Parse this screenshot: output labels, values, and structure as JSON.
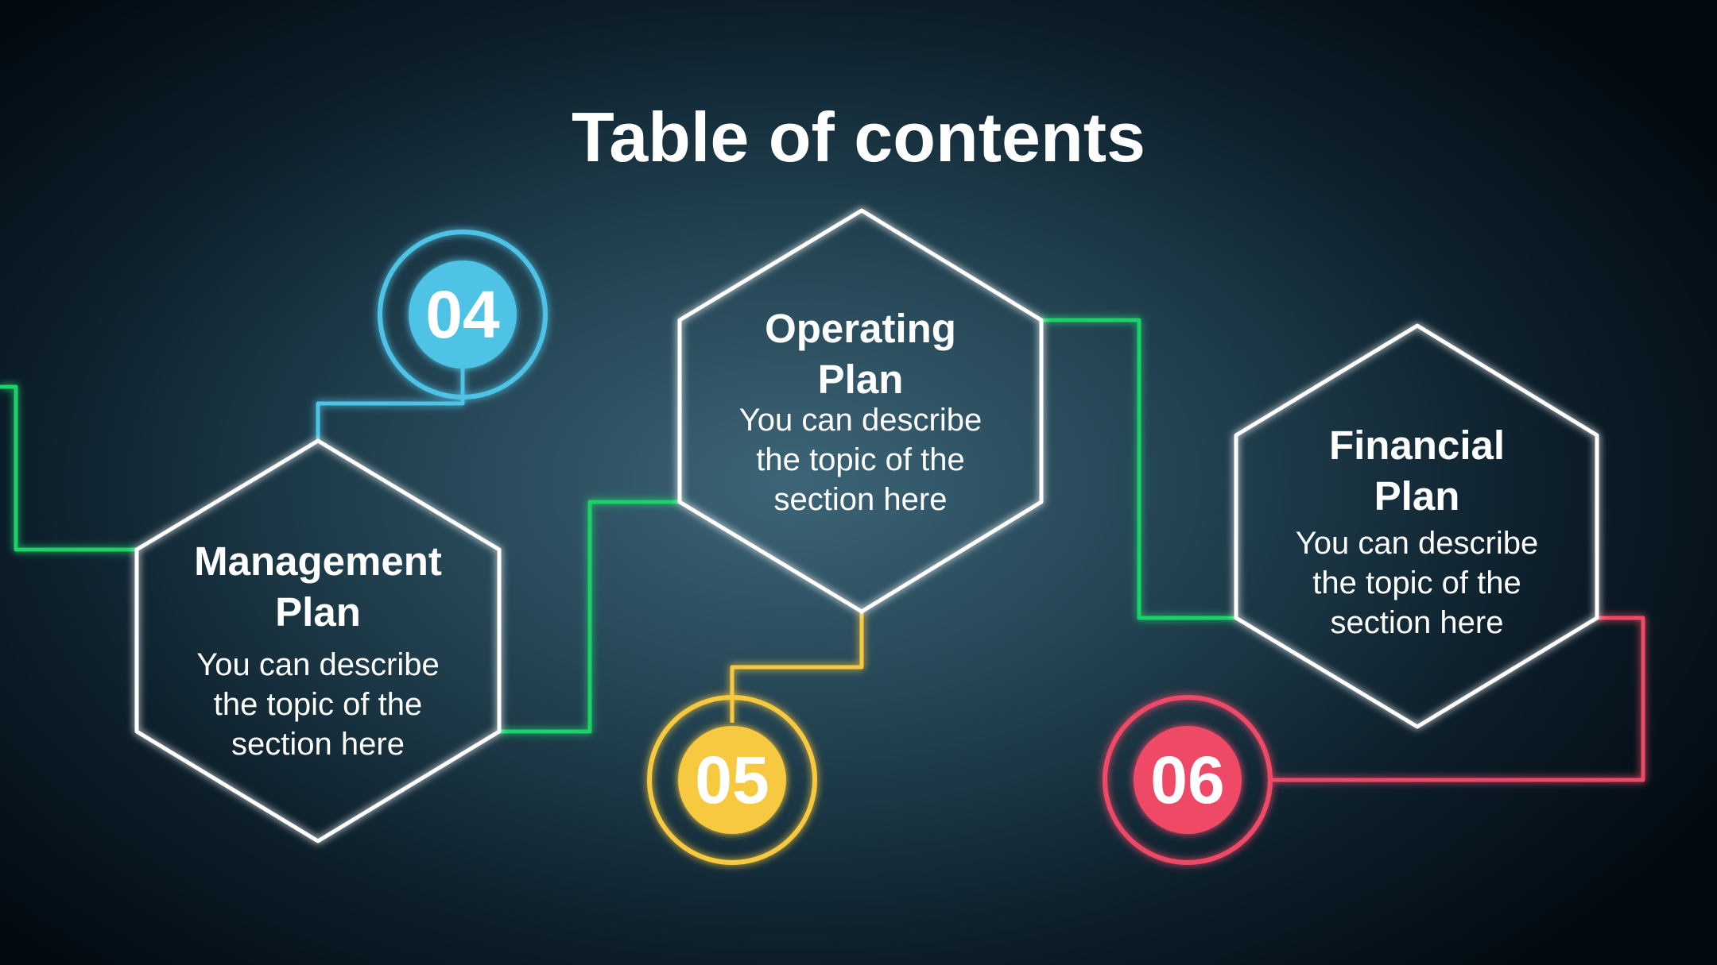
{
  "title": "Table of contents",
  "colors": {
    "line_green": "#1fd06a",
    "badge_04": "#4fc3e6",
    "badge_05": "#f7c93f",
    "badge_06": "#ef4a68",
    "hex_stroke": "#ffffff"
  },
  "sections": [
    {
      "number": "04",
      "heading_line1": "Management",
      "heading_line2": "Plan",
      "desc_line1": "You can describe",
      "desc_line2": "the topic of the",
      "desc_line3": "section here"
    },
    {
      "number": "05",
      "heading_line1": "Operating",
      "heading_line2": "Plan",
      "desc_line1": "You can describe",
      "desc_line2": "the topic of the",
      "desc_line3": "section here"
    },
    {
      "number": "06",
      "heading_line1": "Financial",
      "heading_line2": "Plan",
      "desc_line1": "You can describe",
      "desc_line2": "the topic of the",
      "desc_line3": "section here"
    }
  ]
}
